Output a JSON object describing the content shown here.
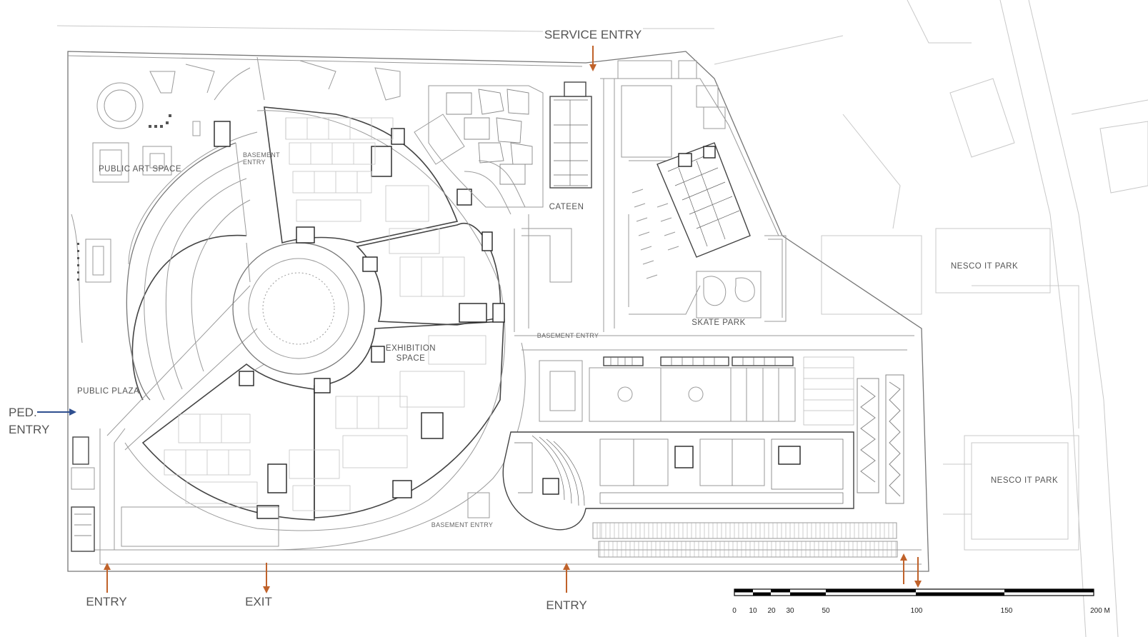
{
  "labels": {
    "service_entry": "SERVICE ENTRY",
    "entry_left": "ENTRY",
    "exit": "EXIT",
    "entry_mid": "ENTRY",
    "ped_entry_1": "PED.",
    "ped_entry_2": "ENTRY",
    "public_art_space": "PUBLIC ART SPACE",
    "public_plaza": "PUBLIC PLAZA",
    "exhibition_1": "EXHIBITION",
    "exhibition_2": "SPACE",
    "cateen": "CATEEN",
    "skate_park": "SKATE PARK",
    "nesco_top": "NESCO  IT  PARK",
    "nesco_bottom": "NESCO  IT  PARK",
    "basement_entry_top_1": "BASEMENT",
    "basement_entry_top_2": "ENTRY",
    "basement_entry_mid": "BASEMENT ENTRY",
    "basement_entry_bottom": "BASEMENT ENTRY"
  },
  "scale_bar": {
    "ticks": [
      "0",
      "10",
      "20",
      "30",
      "50",
      "100",
      "150",
      "200 M"
    ]
  },
  "colors": {
    "arrow_orange": "#c0622a",
    "arrow_blue": "#2f4f8f",
    "line": "#9a9a9a",
    "building": "#444444"
  }
}
